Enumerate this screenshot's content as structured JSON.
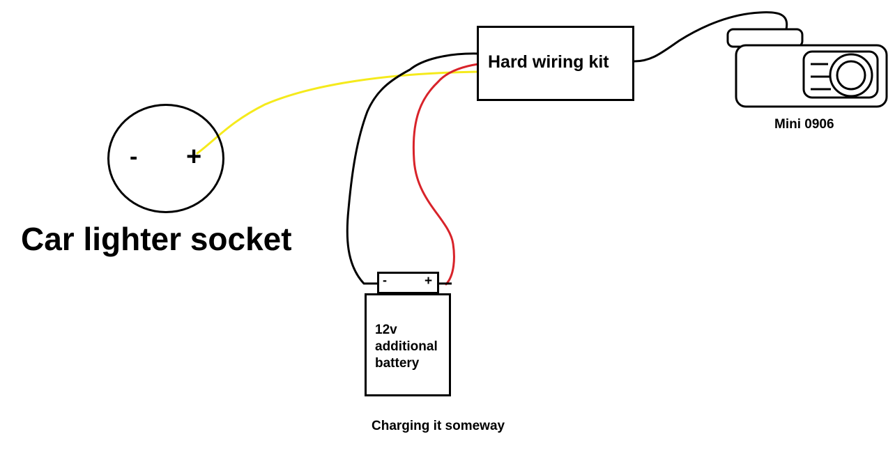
{
  "socket": {
    "minus_symbol": "-",
    "plus_symbol": "+",
    "title": "Car lighter socket"
  },
  "hard_wiring_kit": {
    "label": "Hard wiring kit"
  },
  "battery": {
    "minus_symbol": "-",
    "plus_symbol": "+",
    "lines": [
      "12v",
      "additional",
      "battery"
    ],
    "note": "Charging it someway"
  },
  "camera": {
    "label": "Mini 0906"
  },
  "wire_colors": {
    "yellow": "#f5ea1c",
    "red": "#d8232a",
    "black": "#000000"
  }
}
